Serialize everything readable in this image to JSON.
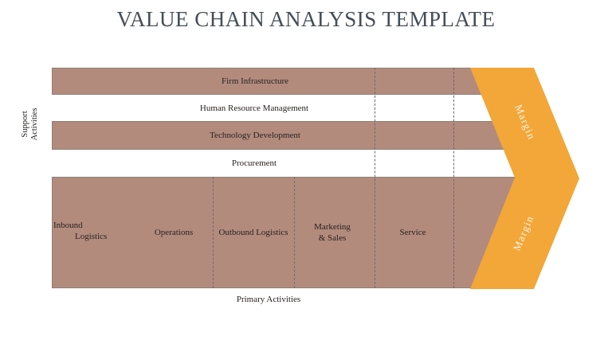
{
  "title": "VALUE CHAIN ANALYSIS TEMPLATE",
  "support_activities": {
    "axis_label": {
      "line1": "Support",
      "line2": "Activities"
    },
    "rows": [
      {
        "label": "Firm Infrastructure",
        "filled": true
      },
      {
        "label": "Human Resource Management",
        "filled": false
      },
      {
        "label": "Technology Development",
        "filled": true
      },
      {
        "label": "Procurement",
        "filled": false
      }
    ]
  },
  "primary_activities": {
    "axis_label": "Primary Activities",
    "sections": [
      {
        "line1": "Inbound",
        "line2": "Logistics"
      },
      {
        "label": "Operations"
      },
      {
        "label": "Outbound Logistics"
      },
      {
        "line1": "Marketing",
        "line2": "& Sales"
      },
      {
        "label": "Service"
      }
    ]
  },
  "margin_arrow": {
    "top_label": "Margin",
    "bottom_label": "Margin"
  },
  "colors": {
    "bar_fill": "#b38b7d",
    "bar_border": "#8a8178",
    "arrow_fill": "#f2a738",
    "title_text": "#434e57",
    "label_text": "#262220",
    "margin_text": "#fdf6ec"
  }
}
